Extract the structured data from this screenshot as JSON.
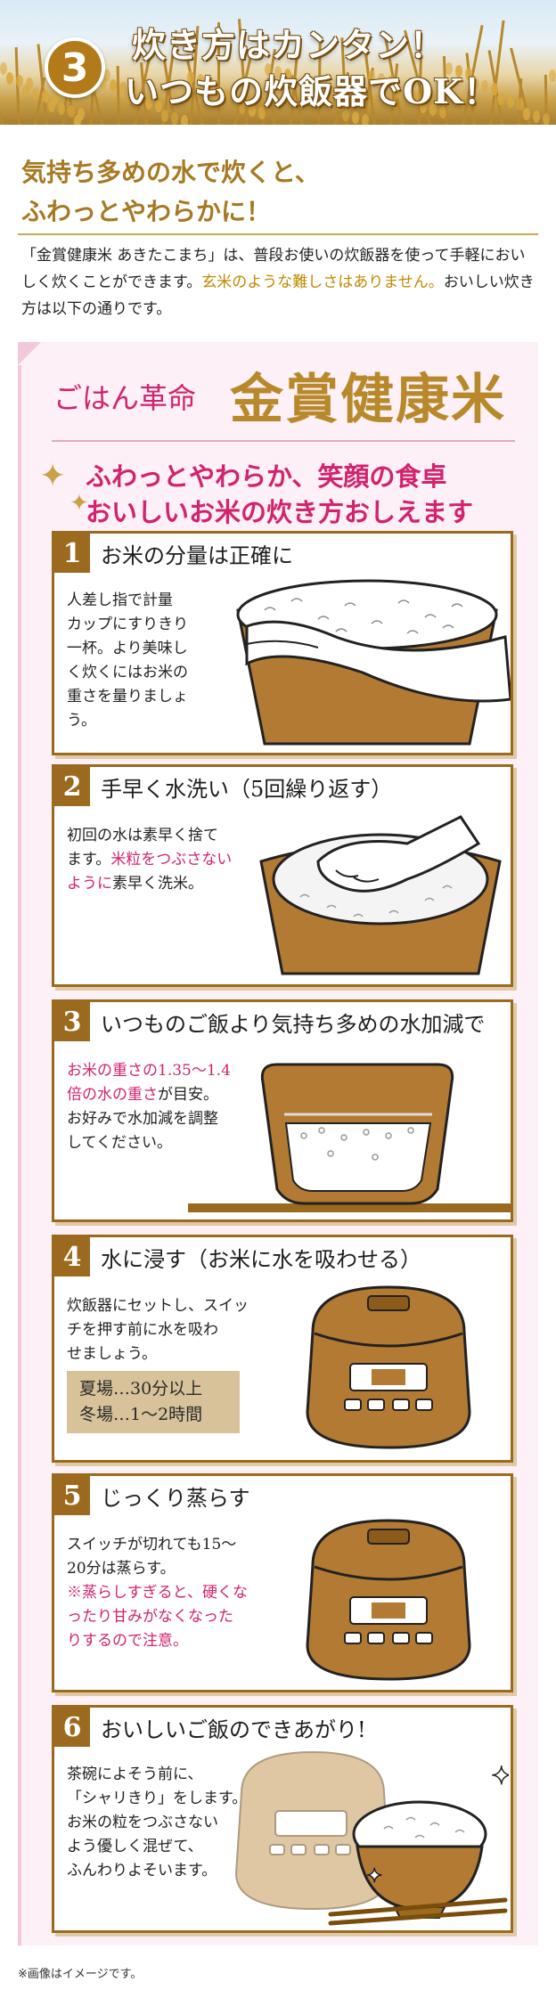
{
  "banner": {
    "number": "3",
    "line1": "炊き方はカンタン！",
    "line2": "いつもの炊飯器でOK！"
  },
  "lead": {
    "title_line1": "気持ち多めの水で炊くと、",
    "title_line2": "ふわっとやわらかに！",
    "text_part1": "「金賞健康米 あきたこまち」は、普段お使いの炊飯器を使って手軽においしく炊くことができます。",
    "text_highlight": "玄米のような難しさはありません。",
    "text_part2": "おいしい炊き方は以下の通りです。"
  },
  "brand": {
    "prefix": "ごはん革命",
    "main_gold": "金賞",
    "main_rest": "健康米"
  },
  "slogan": {
    "line1": "ふわっとやわらか、笑顔の食卓",
    "line2": "おいしいお米の炊き方おしえます"
  },
  "steps": [
    {
      "num": "1",
      "title": "お米の分量は正確に",
      "lines": [
        "人差し指で計量",
        "カップにすりきり",
        "一杯。より美味し",
        "く炊くにはお米の",
        "重さを量りましょ",
        "う。"
      ]
    },
    {
      "num": "2",
      "title": "手早く水洗い（5回繰り返す）",
      "line1": "初回の水は素早く捨て",
      "line2_plain": "ます。",
      "line2_pink": "米粒をつぶさない",
      "line3_pink": "ように",
      "line3_plain": "素早く洗米。"
    },
    {
      "num": "3",
      "title": "いつものご飯より気持ち多めの水加減で",
      "line1_pink": "お米の重さの1.35～1.4",
      "line2_pink": "倍の水の重さ",
      "line2_plain": "が目安。",
      "line3": "お好みで水加減を調整",
      "line4": "してください。"
    },
    {
      "num": "4",
      "title": "水に浸す（お米に水を吸わせる）",
      "lines": [
        "炊飯器にセットし、スイッ",
        "チを押す前に水を吸わ",
        "せましょう。"
      ],
      "summer": "夏場…30分以上",
      "winter": "冬場…1～2時間"
    },
    {
      "num": "5",
      "title": "じっくり蒸らす",
      "lines": [
        "スイッチが切れても15～",
        "20分は蒸らす。"
      ],
      "pink_lines": [
        "※蒸らしすぎると、硬くな",
        "ったり甘みがなくなった",
        "りするので注意。"
      ]
    },
    {
      "num": "6",
      "title": "おいしいご飯のできあがり!",
      "lines": [
        "茶碗によそう前に、",
        "「シャリきり」をします。",
        "お米の粒をつぶさない",
        "よう優しく混ぜて、",
        "ふんわりよそいます。"
      ]
    }
  ],
  "footnote": "※画像はイメージです。",
  "colors": {
    "gold": "#b8892b",
    "pink": "#d1236e",
    "brown": "#9b6a1e",
    "panel": "#fdf0f6"
  }
}
